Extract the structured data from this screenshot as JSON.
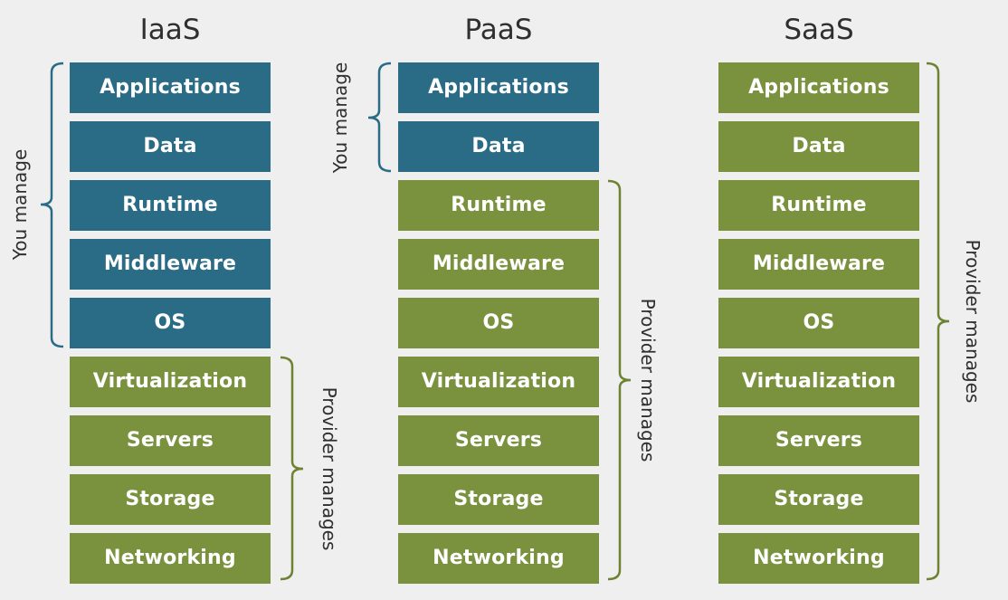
{
  "columns": [
    {
      "title": "IaaS",
      "layers": [
        "Applications",
        "Data",
        "Runtime",
        "Middleware",
        "OS",
        "Virtualization",
        "Servers",
        "Storage",
        "Networking"
      ],
      "you_manage_count": 5,
      "you_manage_label": "You manage",
      "provider_manages_label": "Provider manages"
    },
    {
      "title": "PaaS",
      "layers": [
        "Applications",
        "Data",
        "Runtime",
        "Middleware",
        "OS",
        "Virtualization",
        "Servers",
        "Storage",
        "Networking"
      ],
      "you_manage_count": 2,
      "you_manage_label": "You manage",
      "provider_manages_label": "Provider manages"
    },
    {
      "title": "SaaS",
      "layers": [
        "Applications",
        "Data",
        "Runtime",
        "Middleware",
        "OS",
        "Virtualization",
        "Servers",
        "Storage",
        "Networking"
      ],
      "you_manage_count": 0,
      "you_manage_label": "",
      "provider_manages_label": "Provider manages"
    }
  ],
  "colors": {
    "you_manage": "#2a6b86",
    "provider_manages": "#7a913e",
    "bracket": "#2a6b86",
    "bracket_provider": "#6e8233"
  }
}
